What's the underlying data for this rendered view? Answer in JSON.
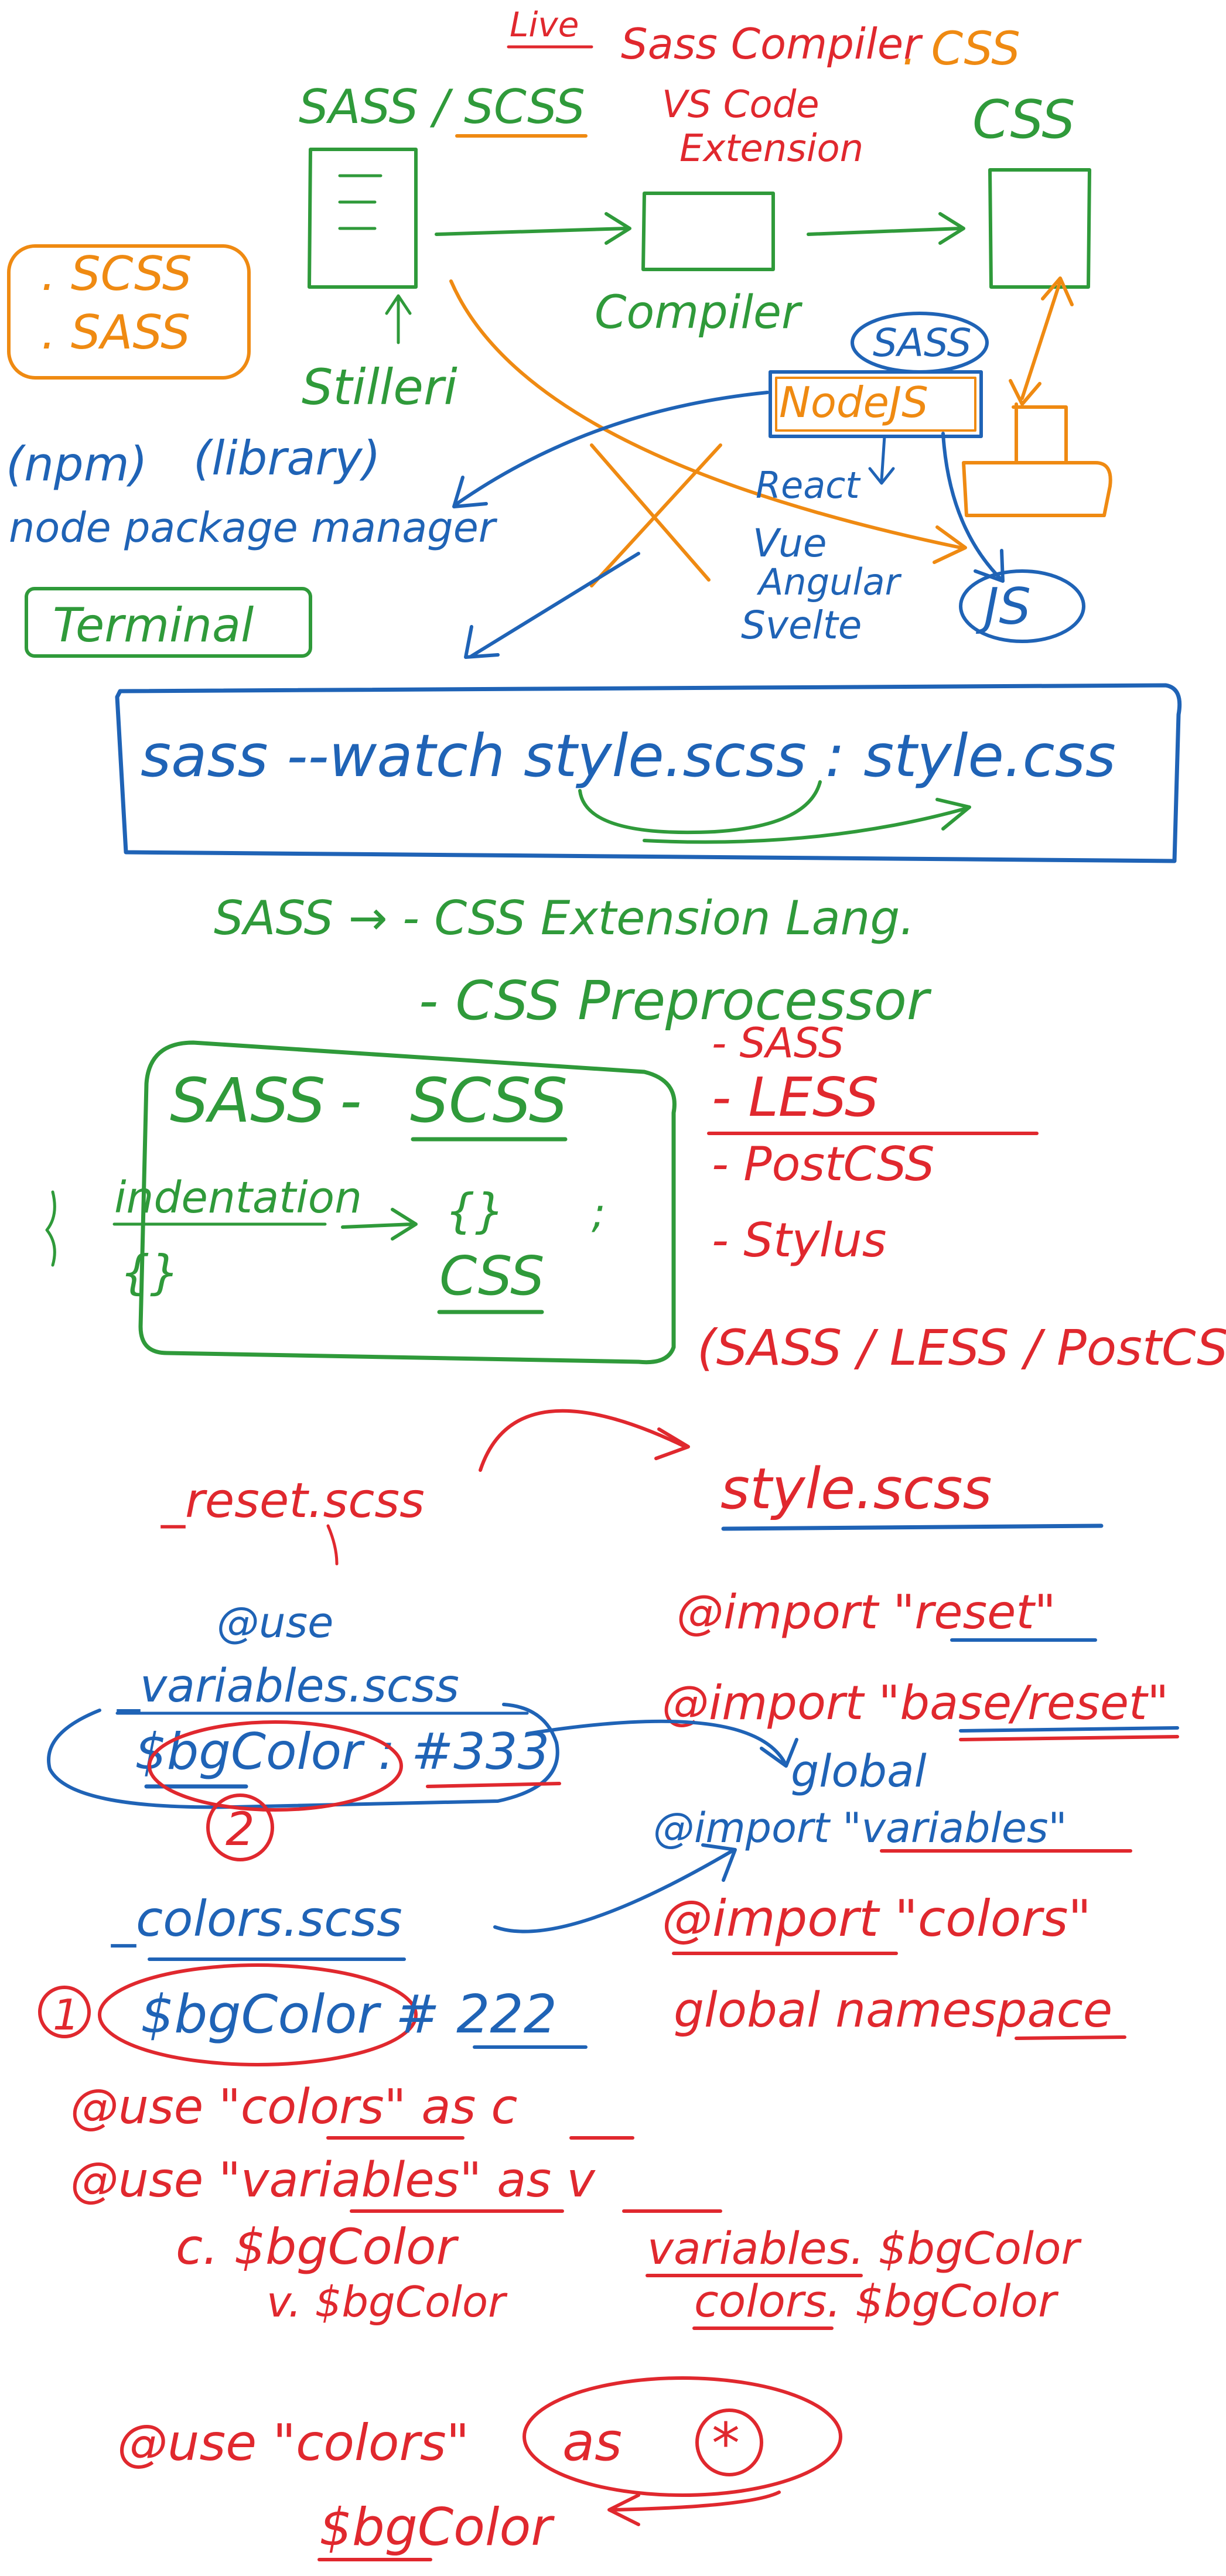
{
  "colors": {
    "red": "#e0282e",
    "green": "#2f9a3a",
    "blue": "#1f63b6",
    "orange": "#ef8a12"
  },
  "header": {
    "live": "Live",
    "sass_compiler": "Sass Compiler",
    "dot_css": ". CSS"
  },
  "top": {
    "sass_scss": "SASS / SCSS",
    "vscode_ext_line1": "VS Code",
    "vscode_ext_line2": "Extension",
    "css": "CSS",
    "compiler": "Compiler",
    "sass": "SASS",
    "nodejs": "NodeJS",
    "react": "React",
    "vue": "Vue",
    "angular": "Angular",
    "svelte": "Svelte",
    "js": "JS",
    "dot_scss": ". SCSS",
    "dot_sass": ". SASS",
    "stiller": "Stilleri",
    "npm": "(npm)",
    "library": "(library)",
    "npm_full": "node package manager",
    "terminal": "Terminal"
  },
  "command": {
    "text": "sass --watch style.scss : style.css"
  },
  "middle": {
    "sass_ext": "SASS → - CSS Extension Lang.",
    "preprocessor": "- CSS Preprocessor",
    "pre_list": [
      "- SASS",
      "- LESS",
      "- PostCSS",
      "- Stylus"
    ],
    "pre_paren": "(SASS / LESS / PostCSS)",
    "box_sass": "SASS",
    "box_dash": "-",
    "box_scss": "SCSS",
    "indent": "indentation",
    "braces_left": "{}",
    "braces_right": "{}",
    "semicolon": ";",
    "box_css": "CSS"
  },
  "imports": {
    "reset_file": "_reset.scss",
    "style_file": "style.scss",
    "use": "@use",
    "variables_file": "_variables.scss",
    "bgcolor_var": "$bgColor : #333",
    "circle_2": "2",
    "import_reset": "@import \"reset\"",
    "import_base_reset": "@import \"base/reset\"",
    "global": "global",
    "import_variables": "@import \"variables\"",
    "colors_file": "_colors.scss",
    "import_colors": "@import \"colors\"",
    "circle_1": "1",
    "bgcolor_222": "$bgColor # 222",
    "global_namespace": "global namespace",
    "use_colors": "@use   \"colors\"  as  c",
    "use_variables": "@use   \"variables\"  as  v",
    "c_bgcolor": "c. $bgColor",
    "v_bgcolor": "v. $bgColor",
    "variables_bgcolor": "variables. $bgColor",
    "colors_bgcolor": "colors. $bgColor",
    "use_colors_star": "@use  \"colors\"",
    "as_star": "as",
    "star": "*",
    "bgcolor_bottom": "$bgColor"
  }
}
